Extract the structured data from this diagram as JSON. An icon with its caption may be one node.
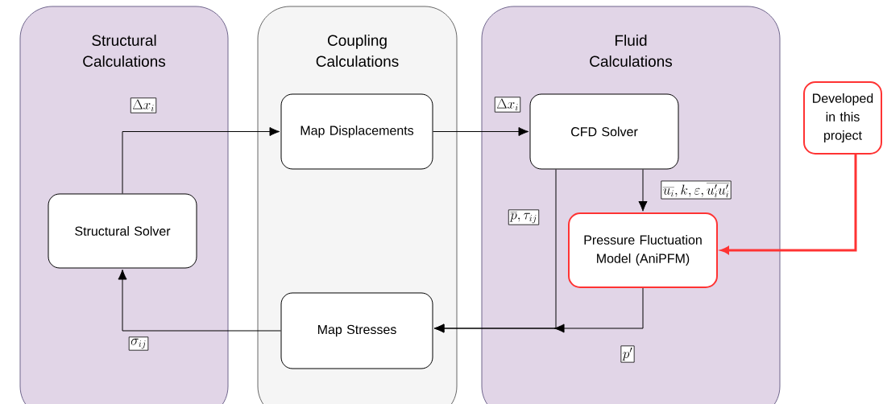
{
  "diagram": {
    "nodes": [
      {
        "text": [
          "Structural Calculations"
        ]
      },
      {
        "text": [
          "Coupling Calculations"
        ]
      },
      {
        "text": [
          "Fluid Calculations"
        ]
      },
      {
        "text": [
          "Structural Solver"
        ],
        "in": 0
      },
      {
        "text": [
          "Map Displacements"
        ],
        "in": 1
      },
      {
        "text": [
          "Map Stresses"
        ],
        "in": 1
      },
      {
        "text": [
          "CFD Solver"
        ],
        "in": 2
      },
      {
        "text": [
          "Pressure Fluctuation Model (AniPFM)"
        ],
        "in": 2
      },
      {
        "text": [
          "Developed in this project"
        ]
      }
    ],
    "edges": [
      {
        "from": 3,
        "to": 4,
        "arrow": "to",
        "label": "\\Delta x_i"
      },
      {
        "from": 4,
        "to": 6,
        "arrow": "to",
        "label": "\\Delta x_i"
      },
      {
        "from": 6,
        "to": 7,
        "arrow": "to",
        "label": "\\overline{u_i}, k, \\varepsilon, \\overline{u'_i u'_i}"
      },
      {
        "from": 6,
        "to": 5,
        "arrow": "to",
        "label": "\\overline{p}, \\tau_{ij}"
      },
      {
        "from": 7,
        "to": 5,
        "arrow": "to",
        "label": "p'"
      },
      {
        "from": 5,
        "to": 3,
        "arrow": "to",
        "label": "\\sigma_{ij}"
      },
      {
        "from": 8,
        "to": 7,
        "arrow": "to",
        "style": "thick",
        "color": "#ff3333"
      }
    ]
  }
}
